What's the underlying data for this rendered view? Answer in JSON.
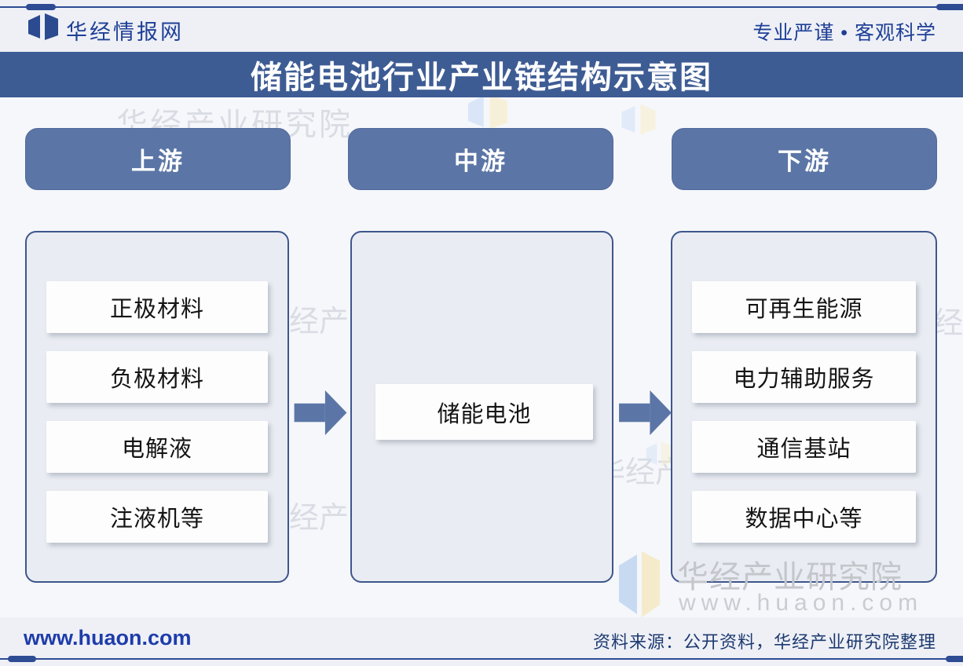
{
  "header": {
    "brand": "华经情报网",
    "tagline": "专业严谨 • 客观科学",
    "logo_icon": "huajing-open-book-logo"
  },
  "title": "储能电池行业产业链结构示意图",
  "chain": {
    "columns": [
      {
        "stage": "上游",
        "items": [
          "正极材料",
          "负极材料",
          "电解液",
          "注液机等"
        ]
      },
      {
        "stage": "中游",
        "items": [
          "储能电池"
        ]
      },
      {
        "stage": "下游",
        "items": [
          "可再生能源",
          "电力辅助服务",
          "通信基站",
          "数据中心等"
        ]
      }
    ],
    "arrow_icon": "right-block-arrow"
  },
  "watermarks": {
    "org": "华经产业研究院",
    "site": "www.huaon.com",
    "logo_icon": "huajing-logo-watermark"
  },
  "footer": {
    "site": "www.huaon.com",
    "source": "资料来源：公开资料，华经产业研究院整理"
  },
  "colors": {
    "brand_navy": "#1f3f96",
    "title_bar_blue": "#3e5c94",
    "stage_blue": "#5b76a6",
    "panel_fill": "#e9ecf2",
    "panel_border": "#3d568c",
    "arrow_blue": "#5b76a6",
    "watermark_gray": "#c4c6cb",
    "footer_link_blue": "#1e3caa"
  }
}
